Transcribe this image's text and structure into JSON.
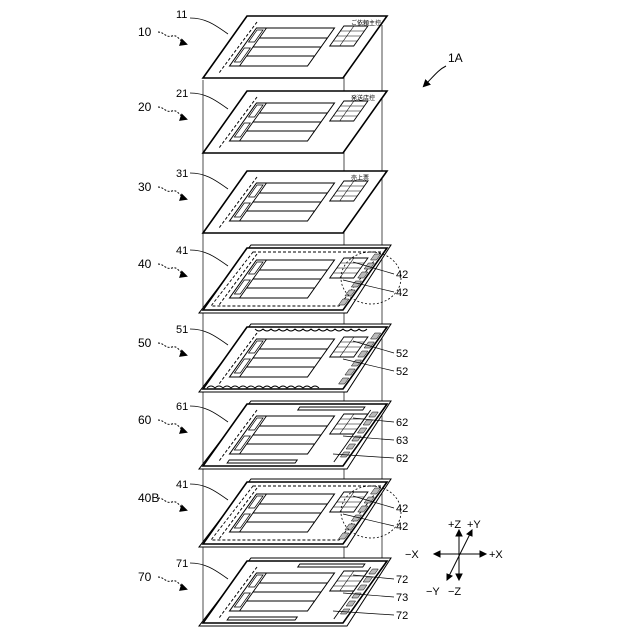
{
  "figure_label": "1A",
  "layers": [
    {
      "ref": "10",
      "sheet": "11",
      "header": "ご依頼主控",
      "style": "plain"
    },
    {
      "ref": "20",
      "sheet": "21",
      "header": "発送店控",
      "style": "plain"
    },
    {
      "ref": "30",
      "sheet": "31",
      "header": "売上票",
      "style": "plain"
    },
    {
      "ref": "40",
      "sheet": "41",
      "header": "",
      "style": "dashed",
      "side_refs": [
        "42",
        "42"
      ]
    },
    {
      "ref": "50",
      "sheet": "51",
      "header": "",
      "style": "wavy",
      "side_refs": [
        "52",
        "52"
      ]
    },
    {
      "ref": "60",
      "sheet": "61",
      "header": "",
      "style": "strips",
      "side_refs": [
        "62",
        "63",
        "62"
      ]
    },
    {
      "ref": "40B",
      "sheet": "41",
      "header": "",
      "style": "dashed",
      "side_refs": [
        "42",
        "42"
      ]
    },
    {
      "ref": "70",
      "sheet": "71",
      "header": "",
      "style": "strips",
      "side_refs": [
        "72",
        "73",
        "72"
      ]
    }
  ],
  "axes": {
    "plus_x": "+X",
    "minus_x": "−X",
    "plus_y": "+Y",
    "minus_y": "−Y",
    "plus_z": "+Z",
    "minus_z": "−Z"
  },
  "stroke_color": "#000000",
  "background_color": "#ffffff"
}
